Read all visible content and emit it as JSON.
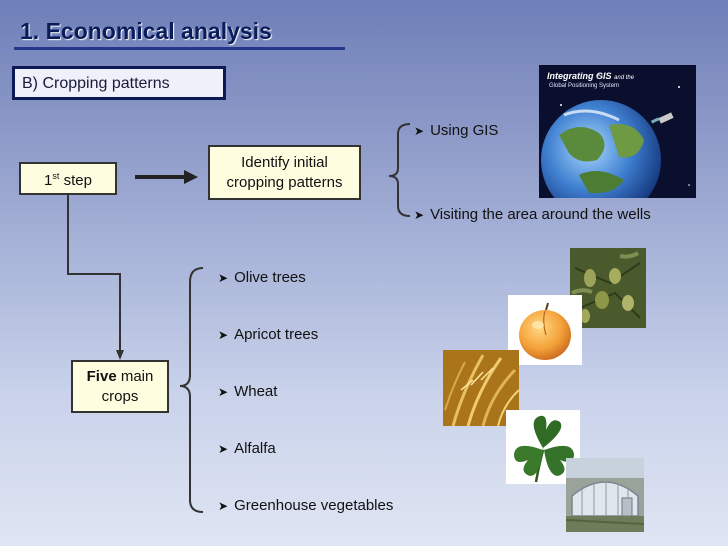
{
  "slide": {
    "title": "1. Economical analysis",
    "subtitle": "B) Cropping patterns"
  },
  "flow": {
    "step_number": "1",
    "step_suffix": "st",
    "step_word": " step",
    "identify_line1": "Identify initial",
    "identify_line2": "cropping patterns",
    "five_bold": "Five",
    "five_rest": " main",
    "five_line2": "crops"
  },
  "methods": [
    "Using GIS",
    "Visiting the area around the wells"
  ],
  "crops": [
    "Olive trees",
    "Apricot trees",
    "Wheat",
    "Alfalfa",
    "Greenhouse vegetables"
  ],
  "book_cover": {
    "title": "Integrating GIS",
    "title_suffix": "and the",
    "subtitle": "Global Positioning System"
  },
  "colors": {
    "title": "#0b1c5a",
    "box_fill": "#fffde0",
    "background_top": "#6f7fb8",
    "background_bottom": "#dfe5f3"
  },
  "icons": {
    "bullet": "right-arrow-icon",
    "brace": "left-brace-icon"
  }
}
